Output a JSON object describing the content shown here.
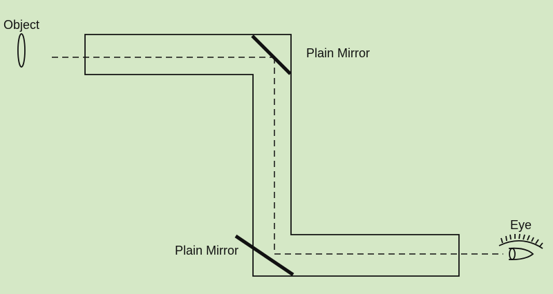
{
  "labels": {
    "object": "Object",
    "top_mirror": "Plain Mirror",
    "bottom_mirror": "Plain Mirror",
    "eye": "Eye"
  },
  "colors": {
    "background": "#d5e8c6",
    "stroke": "#111111"
  }
}
